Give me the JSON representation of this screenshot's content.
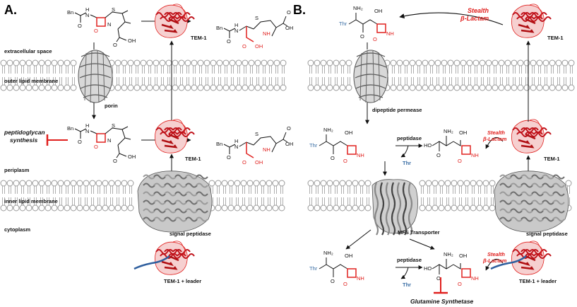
{
  "panels": {
    "a": "A.",
    "b": "B."
  },
  "left_labels": {
    "extracellular": "extracellular space",
    "outer_membrane": "outer lipid membrane",
    "inhibited": "peptidoglycan\nsynthesis",
    "periplasm": "periplasm",
    "inner_membrane": "inner lipid membrane",
    "cytoplasm": "cytoplasm"
  },
  "panel_a": {
    "porin": "porin",
    "tem1_top": "TEM-1",
    "tem1_mid": "TEM-1",
    "signal_peptidase": "signal peptidase",
    "tem1_leader": "TEM-1 + leader"
  },
  "panel_b": {
    "stealth": "Stealth\nβ-Lactam",
    "tem1_top": "TEM-1",
    "dipeptide_permease": "dipeptide permease",
    "peptidase_1": "peptidase",
    "thr_1": "Thr",
    "stealth_mid": "Stealth\nβ-Lactam",
    "tem1_mid": "TEM-1",
    "mfs": "MFS Transporter",
    "signal_peptidase": "signal peptidase",
    "peptidase_2": "peptidase",
    "thr_2": "Thr",
    "stealth_low": "Stealth\nβ-Lactam",
    "tem1_leader": "TEM-1 + leader",
    "inhibited": "Glutamine Synthetase"
  },
  "chem": {
    "bn": "Bn",
    "nh": "NH",
    "n": "N",
    "h": "H",
    "s": "S",
    "o": "O",
    "oh": "OH",
    "thr": "Thr",
    "nh2": "NH₂",
    "ho": "HO"
  },
  "colors": {
    "red": "#e0201e",
    "blue": "#3a6ea5",
    "membrane": "#9a9a9a",
    "protein_gray": "#6f6f6f"
  }
}
